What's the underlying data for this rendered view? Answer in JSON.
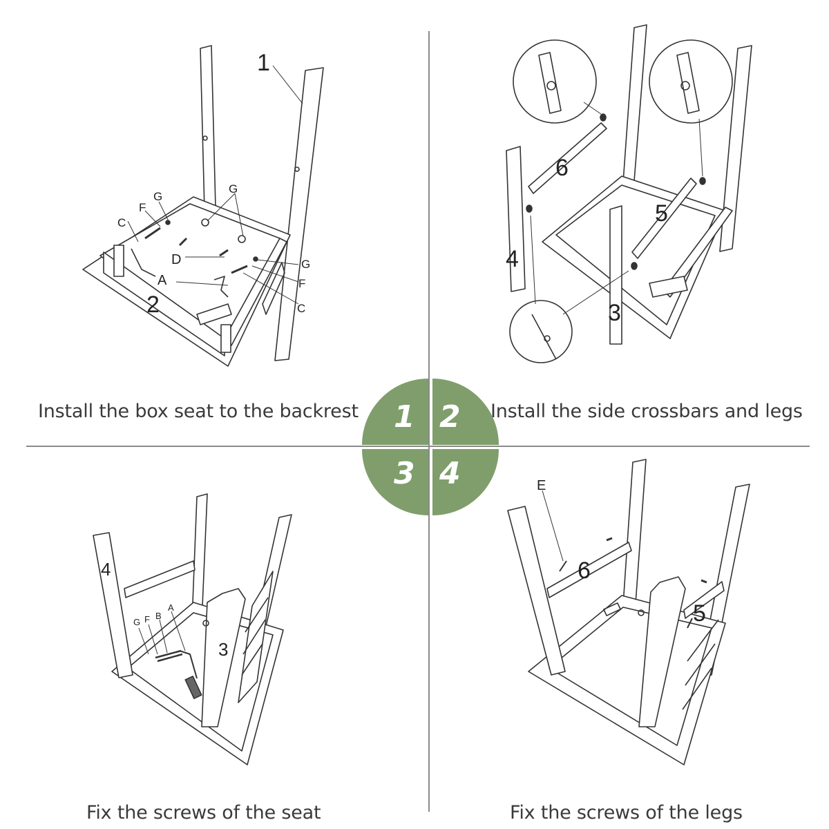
{
  "steps": [
    {
      "number": "1",
      "caption": "Install the box seat to the backrest",
      "labels": {
        "backrest": "1",
        "seat": "2",
        "a": "A",
        "c1": "C",
        "c2": "C",
        "d": "D",
        "f1": "F",
        "f2": "F",
        "g1": "G",
        "g2": "G",
        "g3": "G"
      }
    },
    {
      "number": "2",
      "caption": "Install the side crossbars and legs",
      "labels": {
        "leg3": "3",
        "leg4": "4",
        "bar5": "5",
        "bar6": "6"
      }
    },
    {
      "number": "3",
      "caption": "Fix the screws of the seat",
      "labels": {
        "leg3": "3",
        "leg4": "4",
        "g": "G",
        "f": "F",
        "b": "B",
        "a": "A"
      }
    },
    {
      "number": "4",
      "caption": "Fix the screws of the legs",
      "labels": {
        "e": "E",
        "bar5": "5",
        "bar6": "6"
      }
    }
  ],
  "colors": {
    "badge": "#7f9e6b",
    "line": "#333333",
    "divider": "#8a8a8a"
  }
}
